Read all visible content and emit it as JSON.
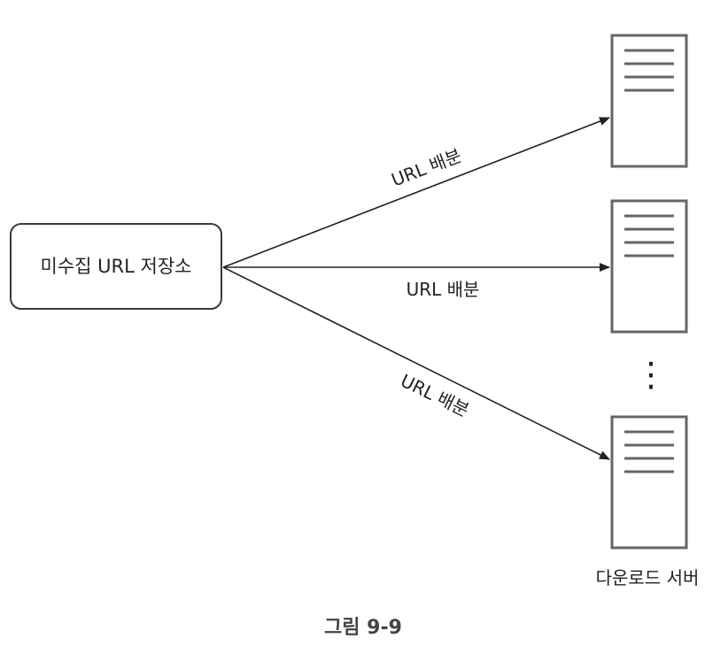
{
  "diagram": {
    "source_label": "미수집 URL 저장소",
    "edge_labels": [
      "URL 배분",
      "URL 배분",
      "URL 배분"
    ],
    "server_label": "다운로드 서버",
    "ellipsis": "⋮",
    "caption": "그림 9-9"
  },
  "colors": {
    "stroke": "#3a3a3a",
    "text": "#222222",
    "caption": "#444444",
    "background": "#ffffff"
  }
}
